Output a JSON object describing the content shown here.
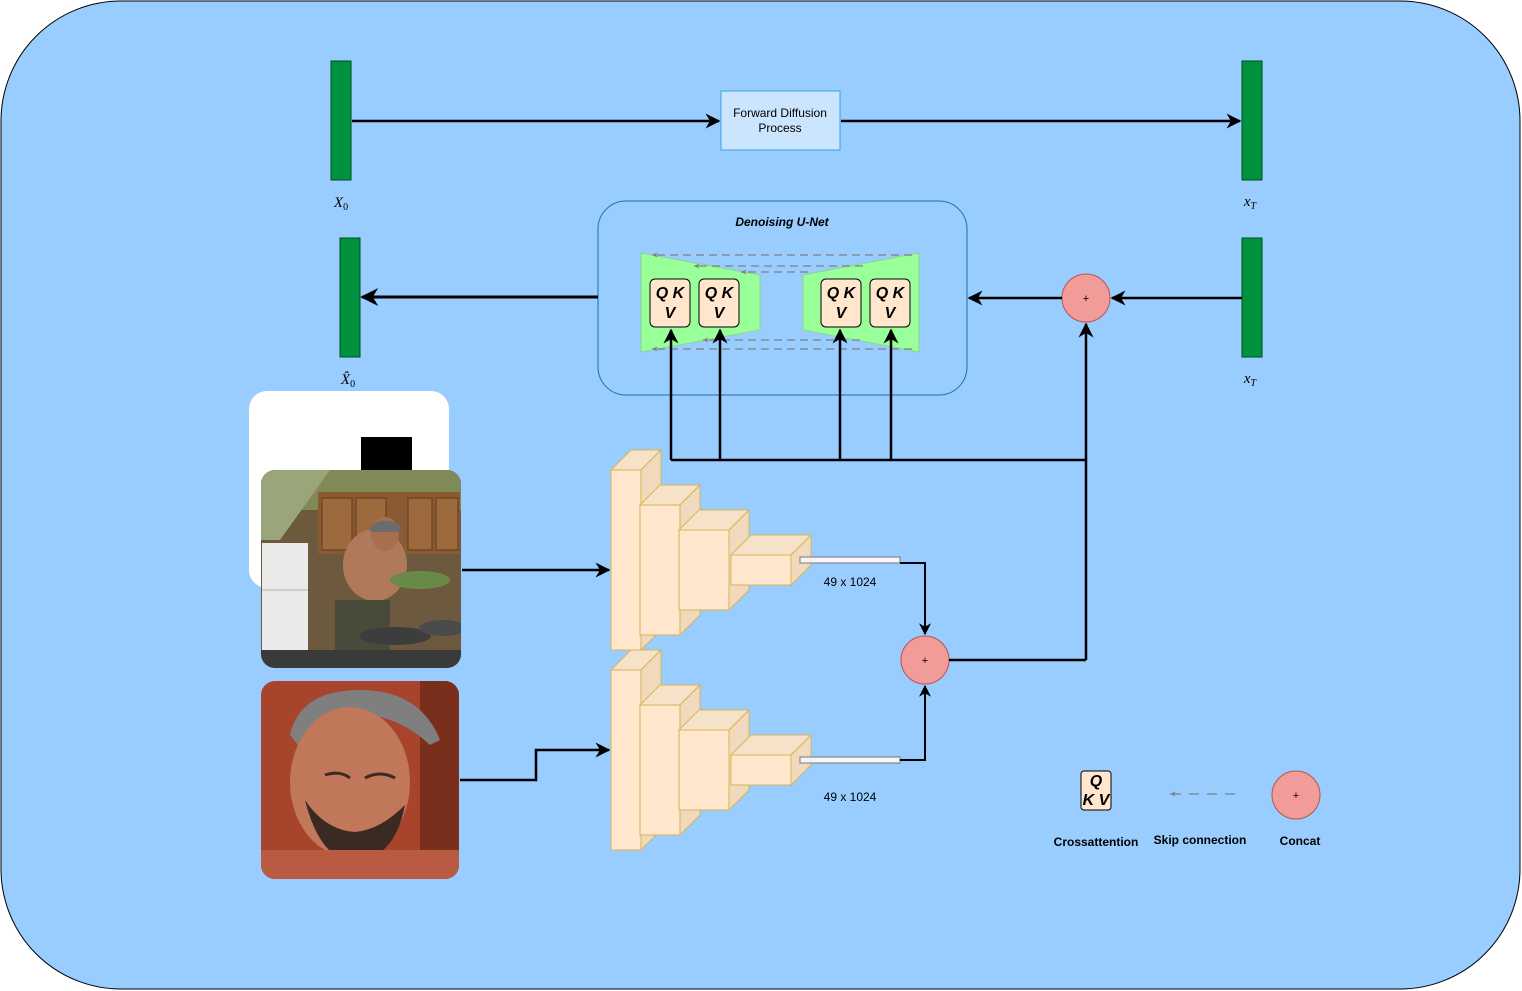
{
  "colors": {
    "background": "#99ccff",
    "latent_bar": "#00923f",
    "process_box_fill": "#cce5ff",
    "process_box_stroke": "#36a3e0",
    "unet_fill": "#99ff99",
    "qkv_fill": "#ffe6cc",
    "encoder_fill": "#ffe6cc",
    "encoder_stroke": "#d6b656",
    "concat_fill": "#f19c99",
    "concat_stroke": "#b85450"
  },
  "forward_process": {
    "label_line1": "Forward Diffusion",
    "label_line2": "Process"
  },
  "latents": {
    "x0": {
      "base": "X",
      "sub": "0"
    },
    "xT_top": {
      "base": "x",
      "sub": "T"
    },
    "xT_bottom": {
      "base": "x",
      "sub": "T"
    },
    "x0_hat": {
      "base": "X̂",
      "sub": "0"
    }
  },
  "unet": {
    "title": "Denoising U-Net",
    "qkv_blocks": [
      {
        "line1": "Q K",
        "line2": "V"
      },
      {
        "line1": "Q K",
        "line2": "V"
      },
      {
        "line1": "Q K",
        "line2": "V"
      },
      {
        "line1": "Q K",
        "line2": "V"
      }
    ]
  },
  "encoders": {
    "top_output": "49 x 1024",
    "bottom_output": "49 x 1024"
  },
  "images": [
    {
      "icon": "mask-image"
    },
    {
      "icon": "person-cooking-photo"
    },
    {
      "icon": "face-closeup-photo"
    }
  ],
  "concat_symbol": "+",
  "legend": {
    "crossattention": {
      "line1": "Q",
      "line2": "K V",
      "label": "Crossattention"
    },
    "skip": {
      "label": "Skip connection"
    },
    "concat": {
      "symbol": "+",
      "label": "Concat"
    }
  }
}
